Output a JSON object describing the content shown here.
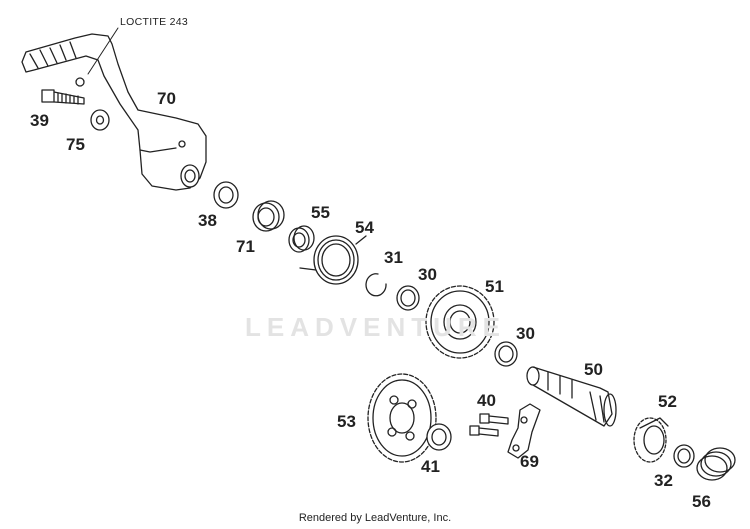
{
  "diagram": {
    "note_label": "LOCTITE 243",
    "watermark": "LEADVENTURE",
    "footer": "Rendered by LeadVenture, Inc.",
    "callouts": {
      "p70": "70",
      "p39": "39",
      "p75": "75",
      "p38": "38",
      "p71": "71",
      "p55": "55",
      "p54": "54",
      "p31": "31",
      "p30a": "30",
      "p51": "51",
      "p30b": "30",
      "p50": "50",
      "p53": "53",
      "p40": "40",
      "p41": "41",
      "p69": "69",
      "p52": "52",
      "p32": "32",
      "p56": "56"
    }
  }
}
